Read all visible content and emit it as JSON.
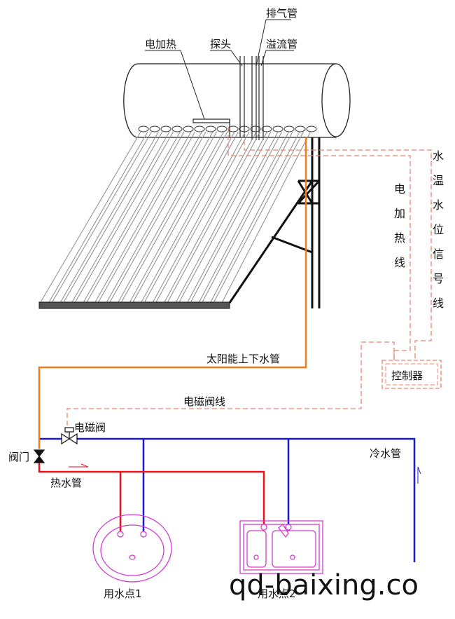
{
  "labels": {
    "exhaust_pipe": "排气管",
    "electric_heater": "电加热",
    "probe": "探头",
    "overflow_pipe": "溢流管",
    "electric_heating_wire": "电加热线",
    "temp_level_signal_wire": "水温水位信号线",
    "solar_pipe": "太阳能上下水管",
    "controller": "控制器",
    "solenoid_wire": "电磁阀线",
    "solenoid_valve": "电磁阀",
    "valve": "阀门",
    "cold_pipe": "冷水管",
    "hot_pipe": "热水管",
    "point1": "用水点1",
    "point2": "用水点2"
  },
  "watermark": "qd-baixing.co",
  "colors": {
    "hot": "#e8131b",
    "cold": "#1a1ad6",
    "solar": "#f07c1e",
    "signal": "#e8836a",
    "sink": "#d23bd2",
    "frame": "#111111"
  }
}
